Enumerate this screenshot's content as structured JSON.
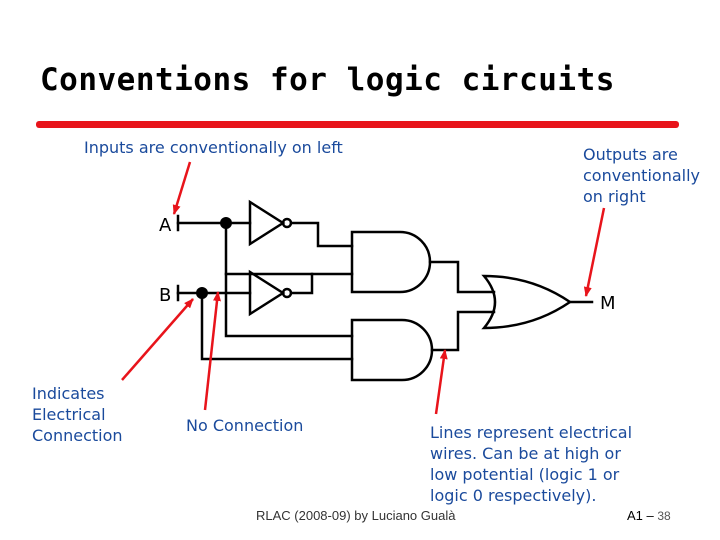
{
  "title": "Conventions for logic circuits",
  "annotations": {
    "inputs": "Inputs are conventionally on left",
    "outputs": [
      "Outputs are",
      "conventionally",
      "on right"
    ],
    "electrical": [
      "Indicates",
      "Electrical",
      "Connection"
    ],
    "no_connection": "No Connection",
    "lines": [
      "Lines represent electrical",
      "wires. Can be at high or",
      "low potential (logic 1 or",
      "logic 0 respectively)."
    ]
  },
  "pins": {
    "a": "A",
    "b": "B",
    "m": "M"
  },
  "footer": "RLAC (2008-09) by Luciano Gualà",
  "slide_number": {
    "prefix": "A1 –",
    "number": "38"
  },
  "colors": {
    "accent_red": "#e8141b",
    "annotation_blue": "#1a4a9c",
    "wire": "#000000"
  }
}
